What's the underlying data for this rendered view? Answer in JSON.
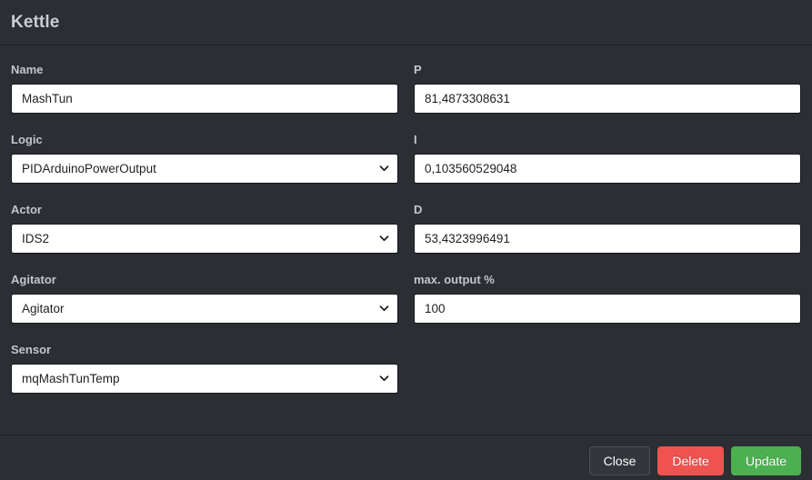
{
  "header": {
    "title": "Kettle"
  },
  "form": {
    "left_column": [
      {
        "id": "name",
        "label": "Name",
        "type": "text",
        "value": "MashTun",
        "placeholder": ""
      },
      {
        "id": "logic",
        "label": "Logic",
        "type": "select",
        "value": "PIDArduinoPowerOutput",
        "placeholder": ""
      },
      {
        "id": "actor",
        "label": "Actor",
        "type": "select",
        "value": "IDS2",
        "placeholder": ""
      },
      {
        "id": "agitator",
        "label": "Agitator",
        "type": "select",
        "value": "Agitator",
        "placeholder": ""
      },
      {
        "id": "sensor",
        "label": "Sensor",
        "type": "select",
        "value": "mqMashTunTemp",
        "placeholder": ""
      }
    ],
    "right_column": [
      {
        "id": "p",
        "label": "P",
        "type": "text",
        "value": "81,4873308631",
        "placeholder": ""
      },
      {
        "id": "i",
        "label": "I",
        "type": "text",
        "value": "0,103560529048",
        "placeholder": ""
      },
      {
        "id": "d",
        "label": "D",
        "type": "text",
        "value": "53,4323996491",
        "placeholder": ""
      },
      {
        "id": "max_output",
        "label": "max. output %",
        "type": "text",
        "value": "100",
        "placeholder": ""
      }
    ]
  },
  "footer": {
    "buttons": [
      {
        "id": "close",
        "label": "Close",
        "color": "#33373d"
      },
      {
        "id": "delete",
        "label": "Delete",
        "color": "#ef5350"
      },
      {
        "id": "update",
        "label": "Update",
        "color": "#4cb050"
      }
    ]
  },
  "icons": {
    "chevron_down": "chevron-down-icon"
  },
  "colors": {
    "background": "#2b2e33",
    "divider": "#202326",
    "label_text": "#c2c7cd",
    "title_text": "#c9ced4",
    "input_background": "#ffffff",
    "input_border": "#15171a",
    "input_text": "#1d2023",
    "accent_delete": "#ef5350",
    "accent_update": "#4cb050",
    "accent_close": "#33373d"
  }
}
